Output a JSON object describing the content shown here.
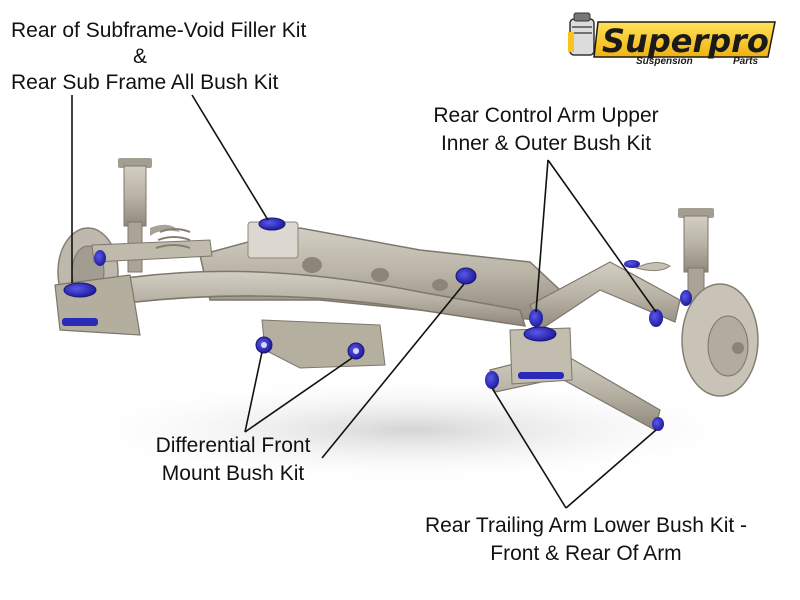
{
  "colors": {
    "bush_blue": "#2b2ab8",
    "bush_blue_light": "#4c49e0",
    "metal": "#b9b3a6",
    "metal_dark": "#8f887b",
    "logo_yellow": "#f6c51d",
    "logo_text": "#1a1a1a",
    "leader_line": "#111111"
  },
  "brand": {
    "name": "Superpro",
    "tagline_left": "Suspension",
    "tagline_right": "Parts"
  },
  "labels": {
    "subframe_line1": "Rear of Subframe-Void Filler Kit",
    "subframe_line2": "&",
    "subframe_line3": "Rear Sub Frame All Bush Kit",
    "control_arm_line1": "Rear Control Arm Upper",
    "control_arm_line2": "Inner & Outer Bush Kit",
    "diff_line1": "Differential Front",
    "diff_line2": "Mount Bush Kit",
    "trailing_line1": "Rear Trailing Arm Lower Bush Kit -",
    "trailing_line2": "Front & Rear Of Arm"
  },
  "icons": {
    "logo": "superpro-piston-logo"
  }
}
